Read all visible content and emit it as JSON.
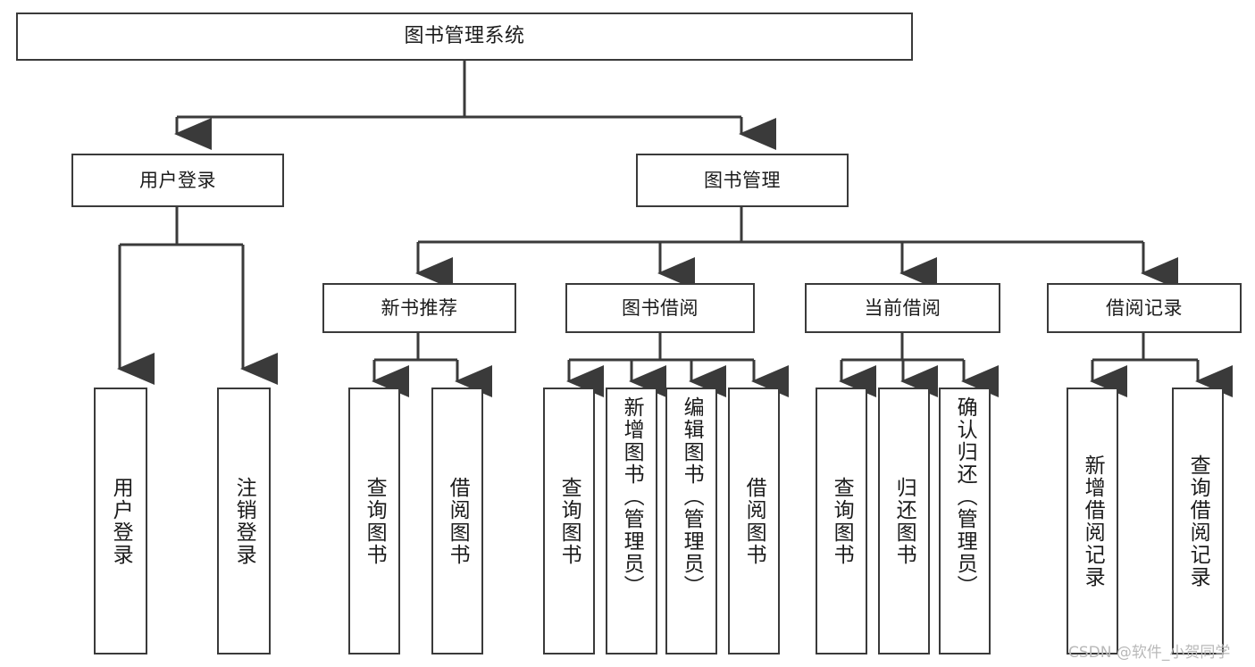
{
  "diagram": {
    "title": "图书管理系统",
    "type": "tree",
    "watermark": "CSDN @软件_小贺同学",
    "colors": {
      "background": "#ffffff",
      "box_border": "#3a3a3a",
      "box_fill": "#ffffff",
      "edge": "#3a3a3a",
      "text": "#1b1b1b",
      "watermark": "#b9b9b9"
    },
    "nodes": {
      "root": {
        "label": "图书管理系统"
      },
      "level1": [
        {
          "id": "user-login",
          "label": "用户登录"
        },
        {
          "id": "book-manage",
          "label": "图书管理"
        }
      ],
      "level2": [
        {
          "id": "new-book-recommend",
          "label": "新书推荐"
        },
        {
          "id": "book-borrow",
          "label": "图书借阅"
        },
        {
          "id": "current-borrow",
          "label": "当前借阅"
        },
        {
          "id": "borrow-record",
          "label": "借阅记录"
        }
      ],
      "leaves": {
        "user_login": [
          {
            "id": "leaf-user-login",
            "label": "用户登录"
          },
          {
            "id": "leaf-logout-login",
            "label": "注销登录"
          }
        ],
        "new_book_recommend": [
          {
            "id": "leaf-query-book-1",
            "label": "查询图书"
          },
          {
            "id": "leaf-borrow-book-1",
            "label": "借阅图书"
          }
        ],
        "book_borrow": [
          {
            "id": "leaf-query-book-2",
            "label": "查询图书"
          },
          {
            "id": "leaf-add-book",
            "label": "新增图书（管理员）"
          },
          {
            "id": "leaf-edit-book",
            "label": "编辑图书（管理员）"
          },
          {
            "id": "leaf-borrow-book-2",
            "label": "借阅图书"
          }
        ],
        "current_borrow": [
          {
            "id": "leaf-query-book-3",
            "label": "查询图书"
          },
          {
            "id": "leaf-return-book",
            "label": "归还图书"
          },
          {
            "id": "leaf-confirm-return",
            "label": "确认归还（管理员）"
          }
        ],
        "borrow_record": [
          {
            "id": "leaf-add-record",
            "label": "新增借阅记录"
          },
          {
            "id": "leaf-query-record",
            "label": "查询借阅记录"
          }
        ]
      }
    }
  }
}
